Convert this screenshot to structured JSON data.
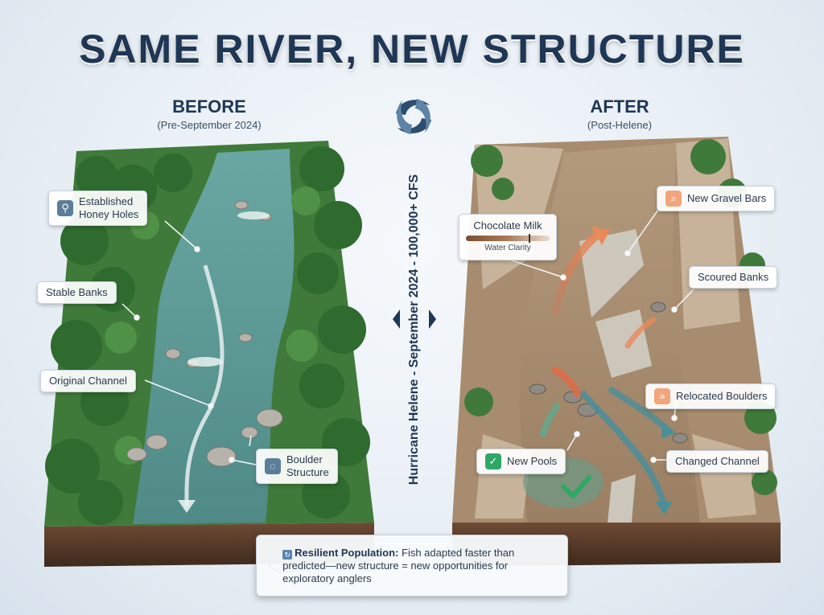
{
  "title": "SAME RIVER, NEW STRUCTURE",
  "before": {
    "heading": "BEFORE",
    "subheading": "(Pre-September 2024)",
    "callouts": {
      "honey_holes": "Established\nHoney Holes",
      "stable_banks": "Stable Banks",
      "original_channel": "Original Channel",
      "boulder_structure": "Boulder\nStructure"
    }
  },
  "after": {
    "heading": "AFTER",
    "subheading": "(Post-Helene)",
    "callouts": {
      "gravel_bars": "New Gravel Bars",
      "scoured_banks": "Scoured Banks",
      "relocated_boulders": "Relocated Boulders",
      "new_pools": "New Pools",
      "changed_channel": "Changed Channel"
    },
    "clarity": {
      "label": "Chocolate Milk",
      "caption": "Water Clarity",
      "level": 0.75
    }
  },
  "divider": {
    "text": "Hurricane Helene - September 2024 - 100,000+ CFS",
    "icon": "hurricane-icon"
  },
  "info": {
    "bold": "Resilient Population:",
    "text": " Fish adapted faster than predicted—new structure = new opportunities for exploratory anglers",
    "icon": "fish-icon"
  },
  "colors": {
    "title": "#1f3654",
    "accent_orange": "#e8845a",
    "accent_green": "#2fa867",
    "water_clear": "#5f9a92",
    "water_muddy": "#a58a6c"
  }
}
